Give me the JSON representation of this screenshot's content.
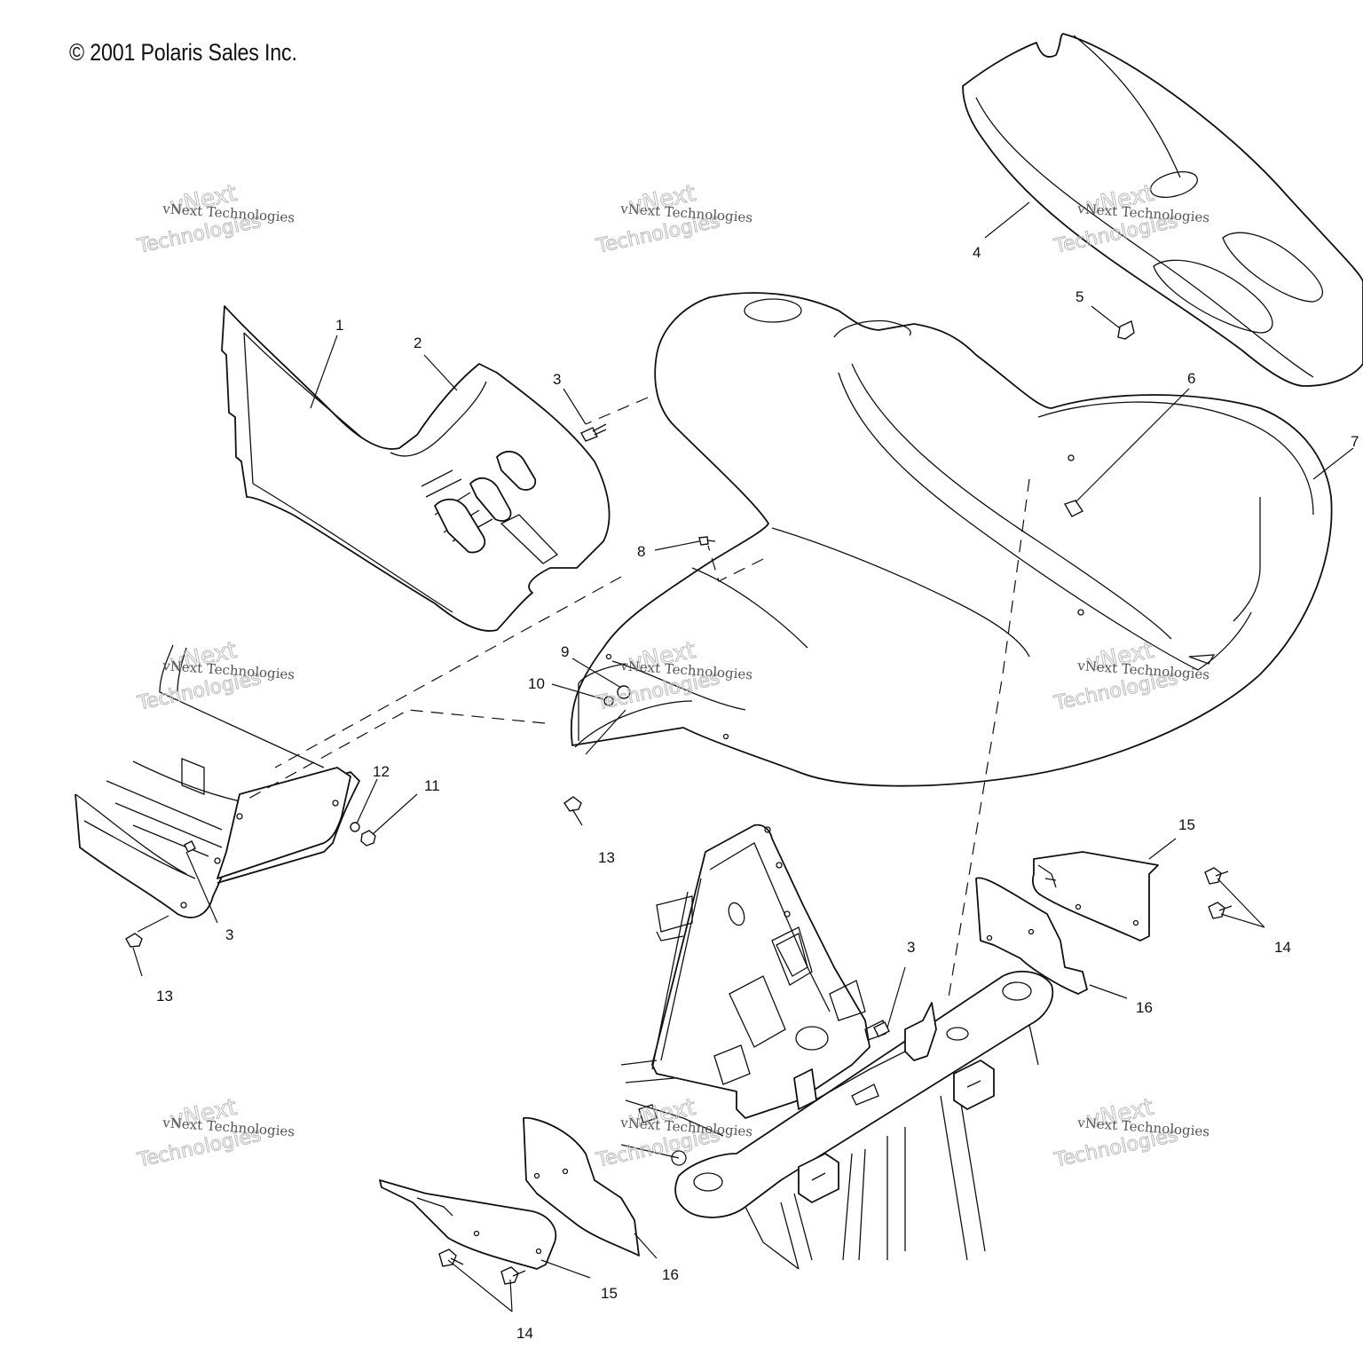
{
  "copyright": "© 2001 Polaris Sales Inc.",
  "watermark": {
    "line1": "vNext",
    "line2": "vNext Technologies",
    "line3": "Technologies"
  },
  "callouts": {
    "c1": "1",
    "c2": "2",
    "c3a": "3",
    "c3b": "3",
    "c3c": "3",
    "c4": "4",
    "c5": "5",
    "c6": "6",
    "c7": "7",
    "c8": "8",
    "c9": "9",
    "c10": "10",
    "c11": "11",
    "c12": "12",
    "c13a": "13",
    "c13b": "13",
    "c14a": "14",
    "c14b": "14",
    "c15a": "15",
    "c15b": "15",
    "c16a": "16",
    "c16b": "16"
  }
}
